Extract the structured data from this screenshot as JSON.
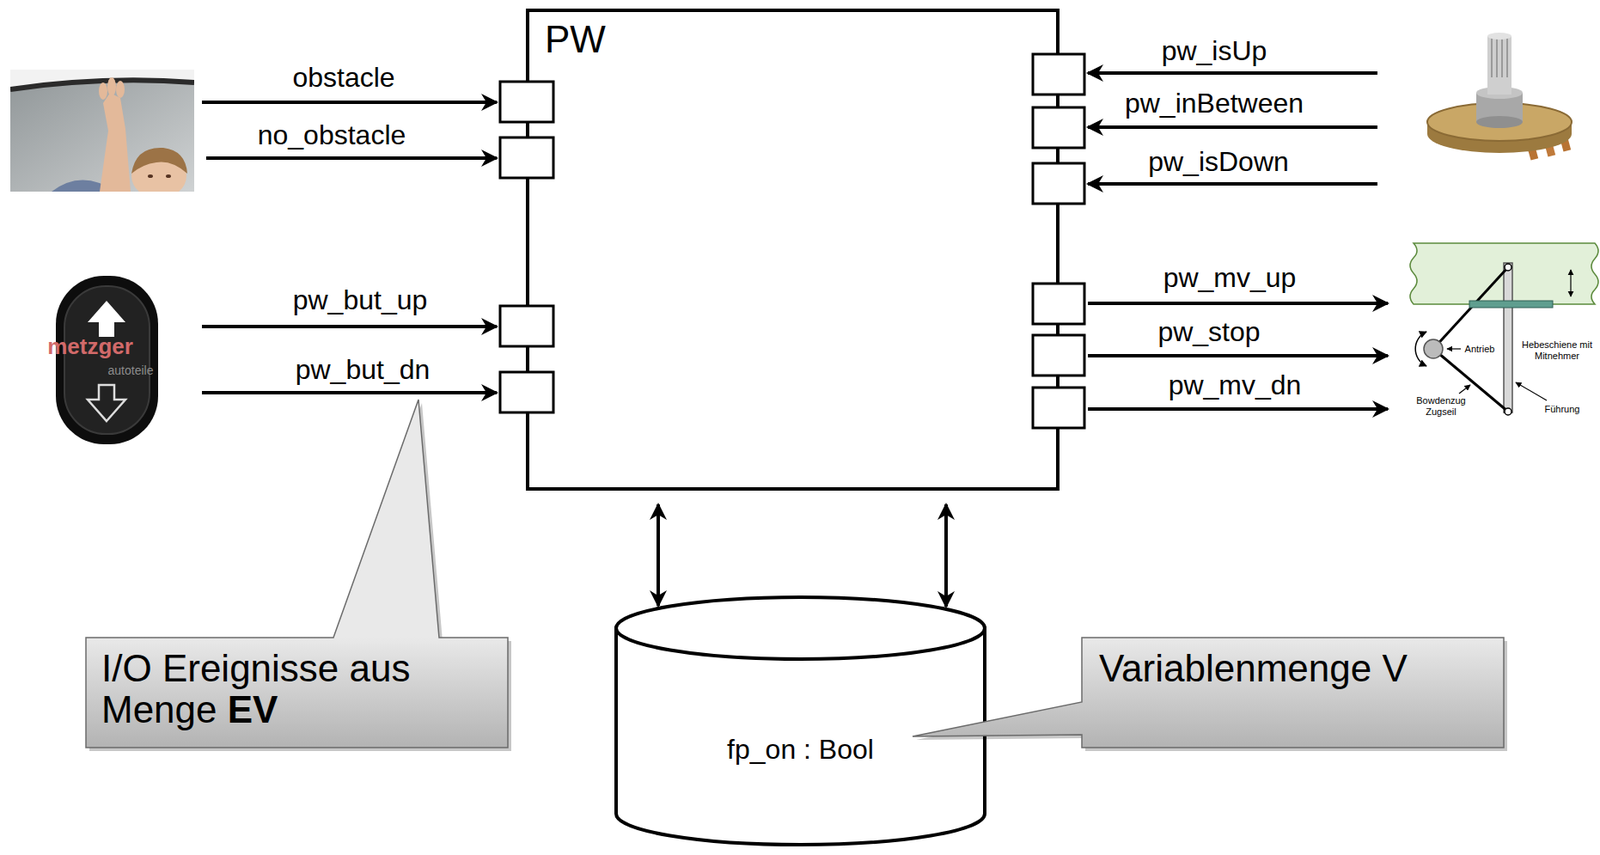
{
  "diagram": {
    "nodes": [
      {
        "text": [
          "PW"
        ]
      },
      {
        "text": [
          "fp_on : Bool"
        ]
      },
      {
        "text": [
          "I/O Ereignisse aus Menge EV"
        ]
      },
      {
        "text": [
          "Variablenmenge V"
        ]
      }
    ],
    "edges": [
      {
        "from": 0,
        "to": 1,
        "arrow": "both"
      },
      {
        "from": 0,
        "to": 1,
        "arrow": "both"
      }
    ],
    "labels": [
      "obstacle",
      "no_obstacle",
      "pw_but_up",
      "pw_but_dn",
      "pw_isUp",
      "pw_inBetween",
      "pw_isDown",
      "pw_mv_up",
      "pw_stop",
      "pw_mv_dn",
      "metzger",
      "autoteile",
      "Antrieb",
      "Hebeschiene mit Mitnehmer",
      "Bowdenzug Zugseil",
      "Führung"
    ]
  }
}
